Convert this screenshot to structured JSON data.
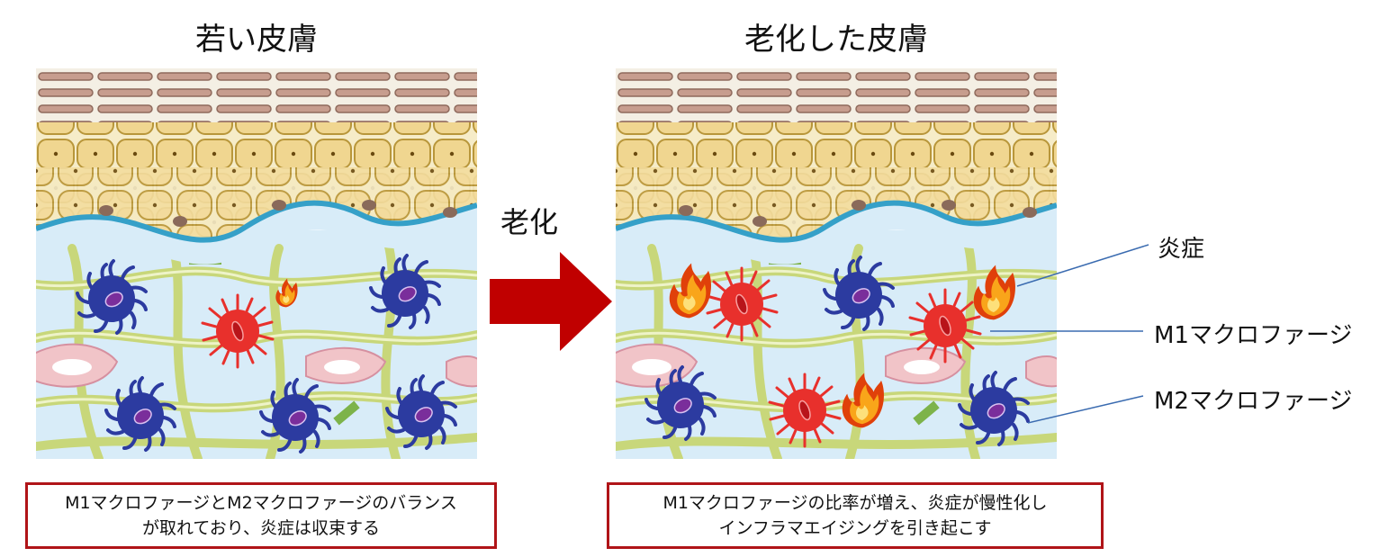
{
  "titles": {
    "young": "若い皮膚",
    "aged": "老化した皮膚"
  },
  "arrow_label": "老化",
  "legend": {
    "inflammation": "炎症",
    "m1": "M1マクロファージ",
    "m2": "M2マクロファージ"
  },
  "captions": {
    "young": [
      "M1マクロファージとM2マクロファージのバランス",
      "が取れており、炎症は収束する"
    ],
    "aged": [
      "M1マクロファージの比率が増え、炎症が慢性化し",
      "インフラマエイジングを引き起こす"
    ]
  },
  "colors": {
    "m1": "#e8302c",
    "m2": "#2c3ba0",
    "nucleus": "#7a2e9b",
    "fire": "#f08a00",
    "arrow": "#c00000",
    "caption_border": "#b01418",
    "leader": "#3a6bb0"
  },
  "icons": [
    "m1-macrophage-icon",
    "m2-macrophage-icon",
    "flame-icon"
  ]
}
